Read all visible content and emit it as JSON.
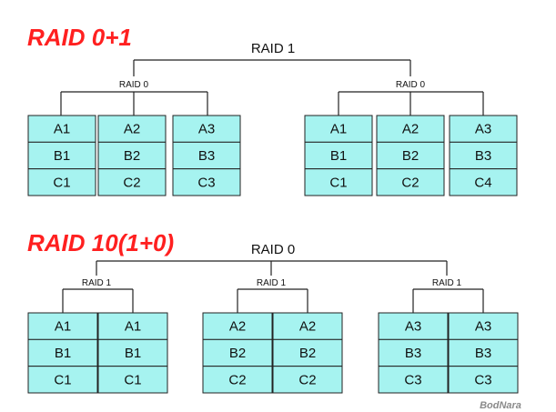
{
  "raid01": {
    "heading": "RAID 0+1",
    "top_label": "RAID 1",
    "sub_label_left": "RAID 0",
    "sub_label_right": "RAID 0",
    "left_group": [
      [
        "A1",
        "B1",
        "C1"
      ],
      [
        "A2",
        "B2",
        "C2"
      ],
      [
        "A3",
        "B3",
        "C3"
      ]
    ],
    "right_group": [
      [
        "A1",
        "B1",
        "C1"
      ],
      [
        "A2",
        "B2",
        "C2"
      ],
      [
        "A3",
        "B3",
        "C4"
      ]
    ]
  },
  "raid10": {
    "heading": "RAID 10(1+0)",
    "top_label": "RAID 0",
    "sub_labels": [
      "RAID 1",
      "RAID 1",
      "RAID 1"
    ],
    "groups": [
      [
        [
          "A1",
          "B1",
          "C1"
        ],
        [
          "A1",
          "B1",
          "C1"
        ]
      ],
      [
        [
          "A2",
          "B2",
          "C2"
        ],
        [
          "A2",
          "B2",
          "C2"
        ]
      ],
      [
        [
          "A3",
          "B3",
          "C3"
        ],
        [
          "A3",
          "B3",
          "C3"
        ]
      ]
    ]
  },
  "watermark": "BodNara",
  "colors": {
    "heading": "#ff2020",
    "cell_fill": "#a6f3f0",
    "cell_stroke": "#222222",
    "line": "#222222"
  }
}
